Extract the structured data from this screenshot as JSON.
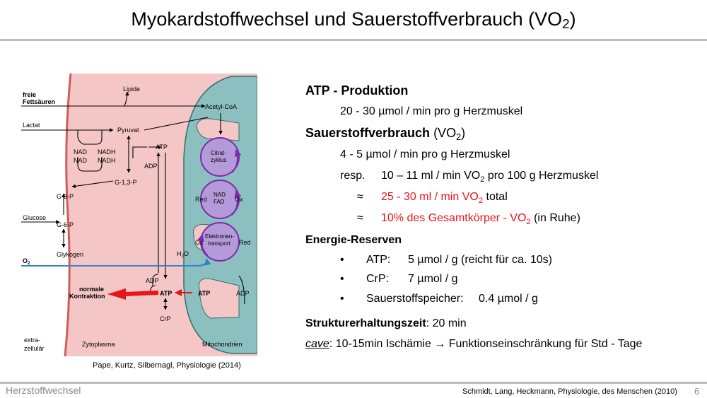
{
  "title": {
    "main": "Myokardstoffwechsel und Sauerstoffverbrauch (VO",
    "sub": "2",
    "end": ")"
  },
  "figure": {
    "caption": "Pape, Kurtz, Silbernagl, Physiologie (2014)",
    "labels": {
      "freie": "freie",
      "fettsaeuren": "Fettsäuren",
      "lipide": "Lipide",
      "acetyl": "Acetyl-CoA",
      "lactat": "Lactat",
      "pyruvat": "Pyruvat",
      "nad": "NAD",
      "nadh": "NADH",
      "atp": "ATP",
      "adp": "ADP",
      "citrat": "Citrat-",
      "zyklus": "zyklus",
      "g13p": "G-1,3-P",
      "g3p": "G-3-P",
      "glucose": "Glucose",
      "g6p": "G-6-P",
      "glykogen": "Glykogen",
      "red": "Red",
      "ox": "Ox",
      "fad": "FAD",
      "elektronen": "Elektronen-",
      "transport": "transport",
      "h2o_h": "H",
      "h2o_2": "2",
      "h2o_o": "O",
      "o2_o": "O",
      "o2_2": "2",
      "normale": "normale",
      "kontraktion": "Kontraktion",
      "crp": "CrP",
      "extra": "extra-",
      "zellulaer": "zellulär",
      "zytoplasma": "Zytoplasma",
      "mitochondrien": "Mitochondrien"
    }
  },
  "content": {
    "atp_heading": "ATP - Produktion",
    "atp_value": "20 - 30 µmol / min pro g Herzmuskel",
    "sv_heading": "Sauerstoffverbrauch",
    "sv_paren_open": " (VO",
    "sv_sub": "2",
    "sv_paren_close": ")",
    "sv_value": "4 - 5 µmol / min pro  g Herzmuskel",
    "resp_label": "resp.",
    "resp_value_a": "10 – 11 ml / min VO",
    "resp_sub": "2",
    "resp_value_b": " pro  100 g Herzmuskel",
    "approx": "≈",
    "total_a": "25 - 30 ml / min VO",
    "total_sub": "2",
    "total_b": "  total",
    "pct_a": "10% des Gesamtkörper - VO",
    "pct_sub": "2",
    "pct_b": " (in Ruhe)",
    "reserves_heading": "Energie-Reserven",
    "bullet": "•",
    "reserves": [
      {
        "name": "ATP:",
        "value": "5 µmol / g  (reicht für ca. 10s)"
      },
      {
        "name": "CrP:",
        "value": "7 µmol  / g"
      },
      {
        "name": "Sauerstoffspeicher:",
        "value": "0.4 µmol / g"
      }
    ],
    "struct_label": "Strukturerhaltungszeit",
    "struct_value": ":  20 min",
    "cave_label": "cave",
    "cave_value": ":  10-15min Ischämie ",
    "cave_arrow": "→",
    "cave_tail": " Funktionseinschränkung für Std - Tage"
  },
  "footer": {
    "left": "Herzstoffwechsel",
    "right": "Schmidt, Lang, Heckmann, Physiologie, des Menschen (2010)",
    "page": "6"
  },
  "colors": {
    "cell": "#f4c6c6",
    "mito": "#8cc0c0",
    "mito_dark": "#2f7070",
    "cycle": "#7a2ca8",
    "red_arrow": "#e8141b",
    "o2_line": "#2a86c9"
  }
}
